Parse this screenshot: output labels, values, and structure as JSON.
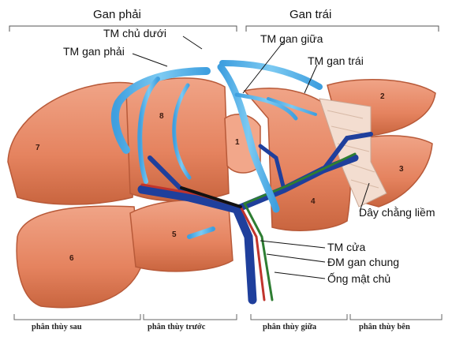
{
  "headers": {
    "right_lobe": "Gan phải",
    "left_lobe": "Gan trái"
  },
  "labels": {
    "ivc": "TM chủ dưới",
    "right_hepatic_vein": "TM gan phải",
    "middle_hepatic_vein": "TM gan giữa",
    "left_hepatic_vein": "TM gan trái",
    "falciform_ligament": "Dây chằng liềm",
    "portal_vein": "TM cửa",
    "common_hepatic_artery": "ĐM gan chung",
    "common_bile_duct": "Ống mật chủ"
  },
  "segments": [
    "1",
    "2",
    "3",
    "4",
    "5",
    "6",
    "7",
    "8"
  ],
  "sections": {
    "posterior": "phân thùy sau",
    "anterior": "phân thùy trước",
    "medial": "phân thùy giữa",
    "lateral": "phân thùy bên"
  },
  "colors": {
    "liver": "#e7876a",
    "liver_dark": "#c8613f",
    "hepatic_vein": "#59b3e8",
    "portal_vein": "#1f3f9c",
    "artery": "#c0342c",
    "bile_duct": "#2e7d32"
  }
}
